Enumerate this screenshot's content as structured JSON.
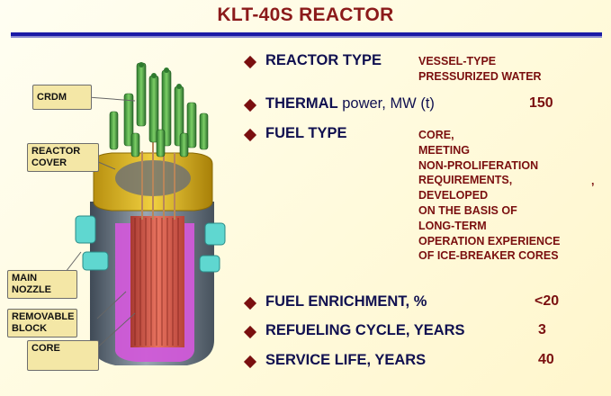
{
  "title": "KLT-40S REACTOR",
  "callouts": {
    "crdm": "CRDM",
    "reactor_cover_1": "REACTOR",
    "reactor_cover_2": "COVER",
    "main_nozzle_1": "MAIN",
    "main_nozzle_2": "NOZZLE",
    "removable_block_1": "REMOVABLE",
    "removable_block_2": "BLOCK",
    "core": "CORE"
  },
  "specs": {
    "reactor_type": {
      "label": "REACTOR TYPE",
      "value_lines": [
        "VESSEL-TYPE",
        "PRESSURIZED WATER"
      ]
    },
    "thermal_power": {
      "label_bold": "THERMAL",
      "label_normal": " power, MW (t)",
      "value": "150"
    },
    "fuel_type": {
      "label": "FUEL TYPE",
      "value_lines": [
        "CORE,",
        "MEETING",
        "NON-PROLIFERATION",
        "REQUIREMENTS,",
        "DEVELOPED",
        "ON THE BASIS OF",
        "LONG-TERM",
        "OPERATION EXPERIENCE",
        "OF ICE-BREAKER CORES"
      ],
      "stray_mark": ","
    },
    "fuel_enrichment": {
      "label": "FUEL ENRICHMENT, %",
      "value": "<20"
    },
    "refueling_cycle": {
      "label": "REFUELING CYCLE, YEARS",
      "value": "3"
    },
    "service_life": {
      "label": "SERVICE LIFE, YEARS",
      "value": "40"
    }
  },
  "colors": {
    "title": "#8b1a1a",
    "rule": "#1a1aa6",
    "label": "#101050",
    "value": "#7a0f0f",
    "callout_bg": "#f4e7a6"
  }
}
